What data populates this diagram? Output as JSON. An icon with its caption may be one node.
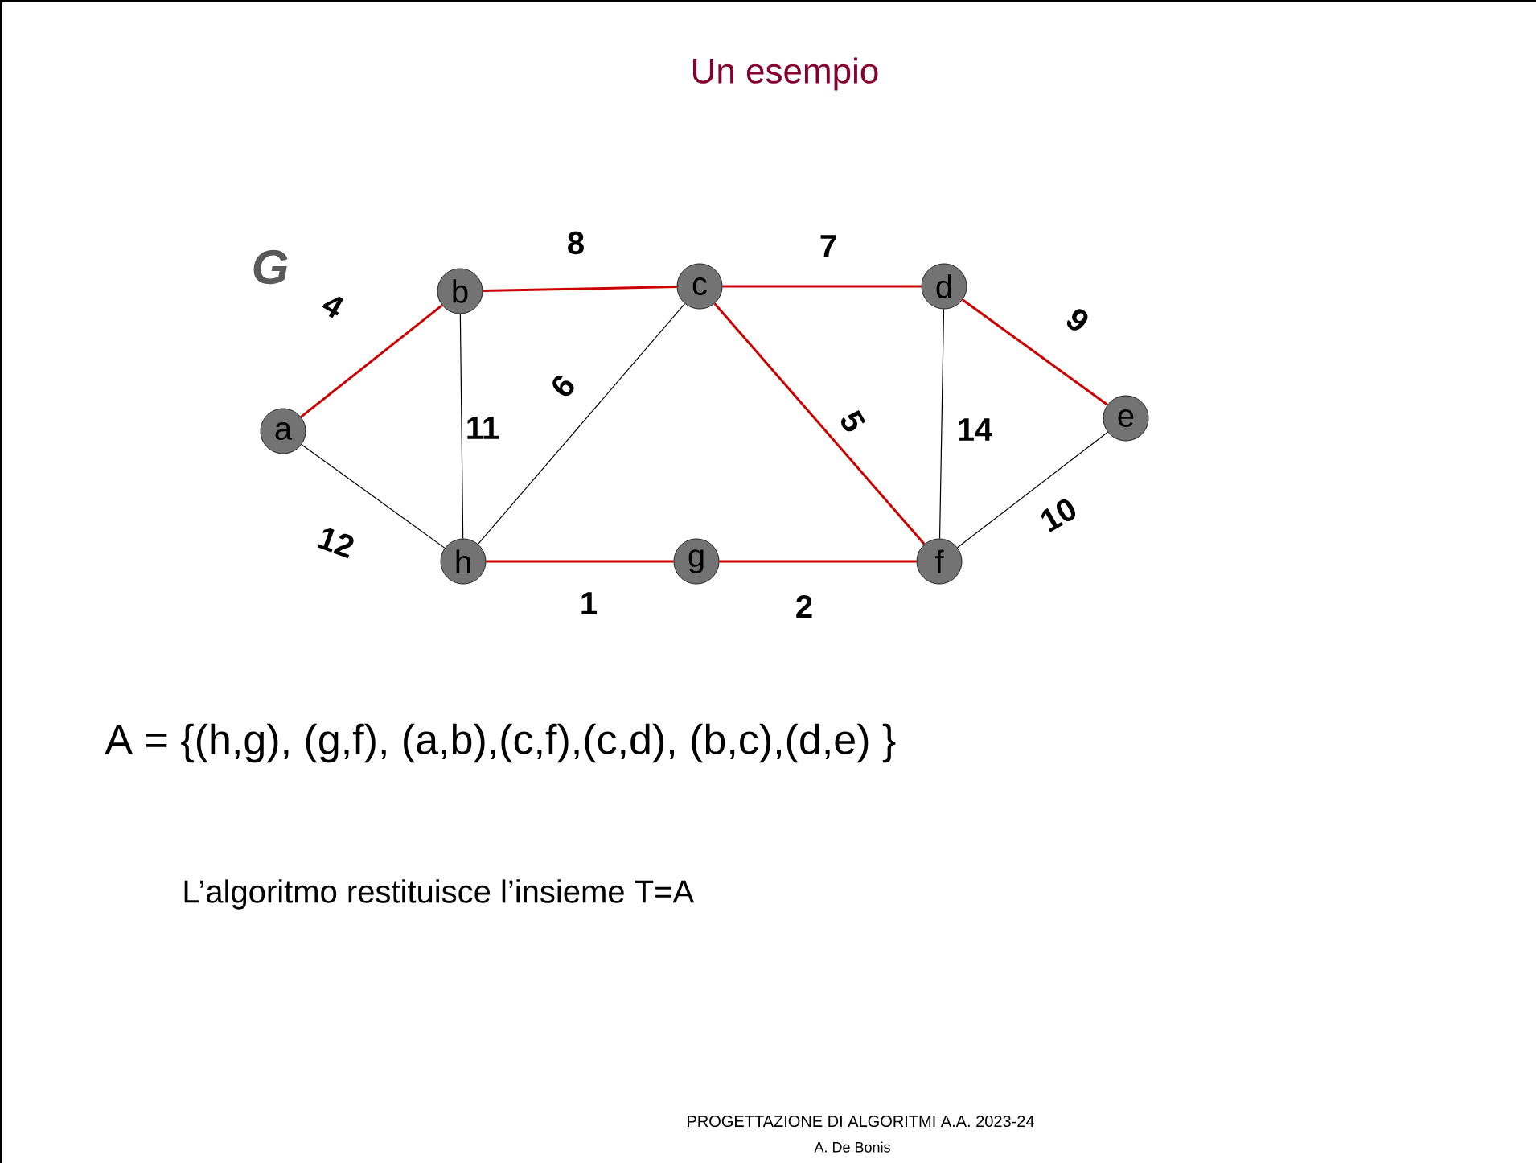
{
  "diagram": {
    "title": "Un esempio",
    "nodes": [
      {
        "text": [
          "a"
        ]
      },
      {
        "text": [
          "b"
        ]
      },
      {
        "text": [
          "c"
        ]
      },
      {
        "text": [
          "d"
        ]
      },
      {
        "text": [
          "e"
        ]
      },
      {
        "text": [
          "f"
        ]
      },
      {
        "text": [
          "g"
        ]
      },
      {
        "text": [
          "h"
        ]
      }
    ],
    "edges": [
      {
        "from": 0,
        "to": 1,
        "arrow": "none",
        "label": "4"
      },
      {
        "from": 1,
        "to": 2,
        "arrow": "none",
        "label": "8"
      },
      {
        "from": 2,
        "to": 3,
        "arrow": "none",
        "label": "7"
      },
      {
        "from": 3,
        "to": 4,
        "arrow": "none",
        "label": "9"
      },
      {
        "from": 0,
        "to": 7,
        "arrow": "none",
        "label": "12",
        "color": "#000000"
      },
      {
        "from": 1,
        "to": 7,
        "arrow": "none",
        "label": "11",
        "color": "#000000"
      },
      {
        "from": 2,
        "to": 7,
        "arrow": "none",
        "label": "6",
        "color": "#000000"
      },
      {
        "from": 2,
        "to": 5,
        "arrow": "none",
        "label": "5"
      },
      {
        "from": 3,
        "to": 5,
        "arrow": "none",
        "label": "14",
        "color": "#000000"
      },
      {
        "from": 4,
        "to": 5,
        "arrow": "none",
        "label": "10",
        "color": "#000000"
      },
      {
        "from": 7,
        "to": 6,
        "arrow": "none",
        "label": "1"
      },
      {
        "from": 6,
        "to": 5,
        "arrow": "none",
        "label": "2"
      }
    ],
    "labels": [
      "G",
      "A = {(h,g), (g,f), (a,b),(c,f),(c,d), (b,c),(d,e) }",
      "L’algoritmo restituisce l’insieme T=A",
      "PROGETTAZIONE DI ALGORITMI  A.A. 2023-24",
      "A. De Bonis"
    ]
  }
}
